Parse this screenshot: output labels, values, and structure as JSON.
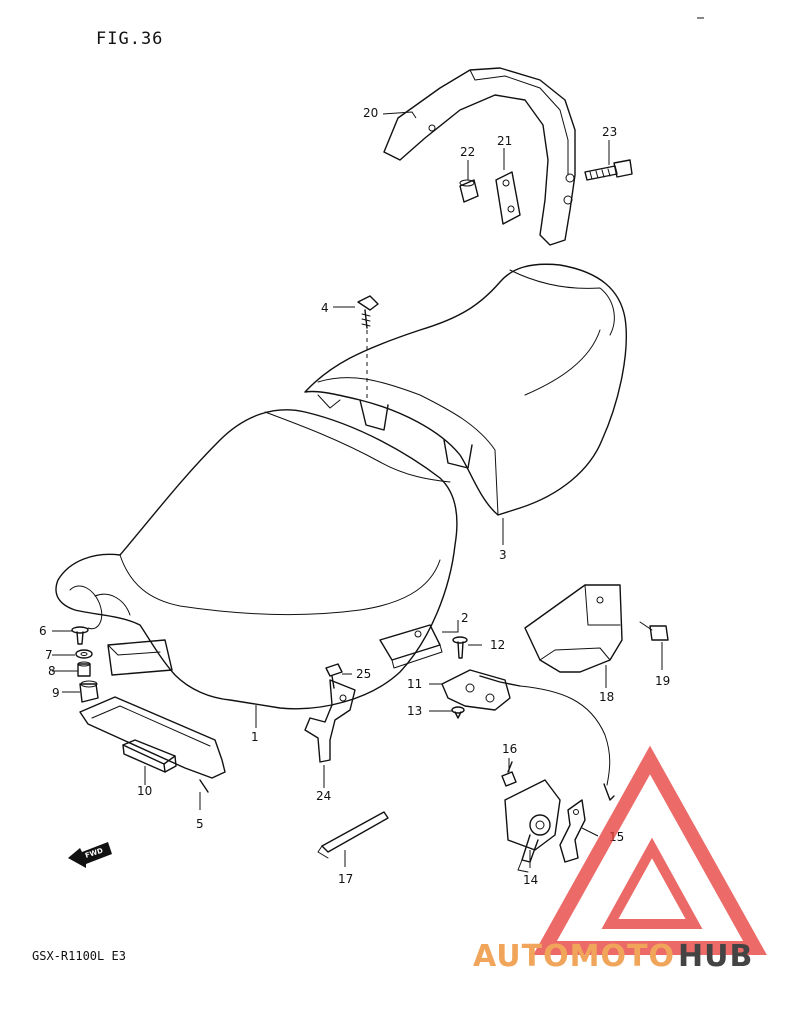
{
  "figure": {
    "title": "FIG.36",
    "model_code": "GSX-R1100L E3",
    "fwd_label": "FWD"
  },
  "callouts": [
    "1",
    "2",
    "3",
    "4",
    "5",
    "6",
    "7",
    "8",
    "9",
    "10",
    "11",
    "12",
    "13",
    "14",
    "15",
    "16",
    "17",
    "18",
    "19",
    "20",
    "21",
    "22",
    "23",
    "24",
    "25"
  ],
  "watermark": {
    "text_a": "AUTOMOTO",
    "text_b": "HUB",
    "color_a": "#f0a55a",
    "color_b": "#444444",
    "triangle_color": "#e53935"
  },
  "colors": {
    "line": "#111111",
    "background": "#ffffff"
  }
}
